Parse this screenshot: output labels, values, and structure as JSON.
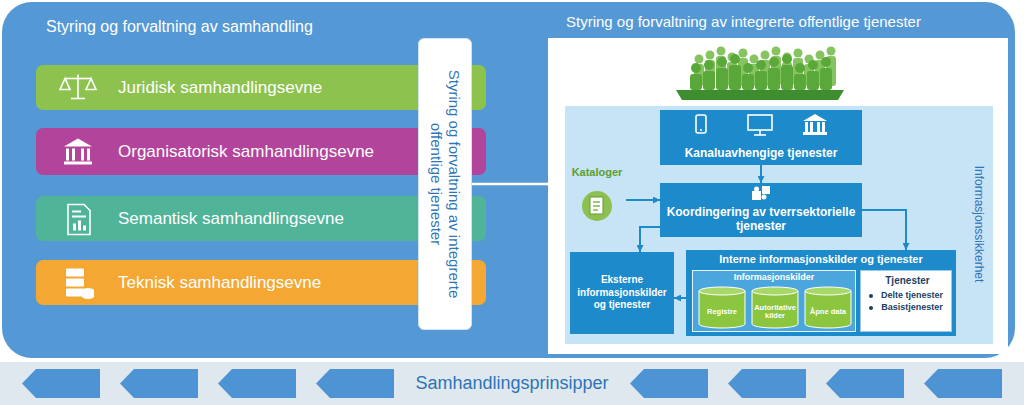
{
  "diagram": {
    "nodes": [
      {
        "text": [
          "Styring og forvaltning av samhandling"
        ]
      },
      {
        "text": [
          "Juridisk samhandlingsevne"
        ],
        "in": 0
      },
      {
        "text": [
          "Organisatorisk samhandlingsevne"
        ],
        "in": 0
      },
      {
        "text": [
          "Semantisk samhandlingsevne"
        ],
        "in": 0
      },
      {
        "text": [
          "Teknisk samhandlingsevne"
        ],
        "in": 0
      },
      {
        "text": [
          "Styring og forvaltning av integrerte offentlige tjenester"
        ],
        "in": 0
      },
      {
        "text": [
          "Styring og forvaltning av integrerte offentlige tjenester"
        ],
        "in": 0
      },
      {
        "text": [
          "Informasjonssikkerhet"
        ],
        "in": 6
      },
      {
        "text": [
          "Kanaluavhengige tjenester"
        ],
        "in": 7
      },
      {
        "text": [
          "Kataloger"
        ],
        "in": 7
      },
      {
        "text": [
          "Koordingering av tverrsektorielle tjenester"
        ],
        "in": 7
      },
      {
        "text": [
          "Eksterne informasjonskilder og tjenester"
        ],
        "in": 7
      },
      {
        "text": [
          "Interne informasjonskilder og tjenester"
        ],
        "in": 7
      },
      {
        "text": [
          "Informasjonskilder"
        ],
        "in": 12
      },
      {
        "text": [
          "Registre"
        ],
        "in": 13
      },
      {
        "text": [
          "Autoritative kilder"
        ],
        "in": 13
      },
      {
        "text": [
          "Åpne data"
        ],
        "in": 13
      },
      {
        "text": [
          "Tjenester",
          "Delte tjenester",
          "Basistjenester"
        ],
        "in": 12
      },
      {
        "text": [
          "Samhandlingsprinsipper"
        ]
      }
    ],
    "edges": [
      {
        "from": 5,
        "to": 6,
        "arrow": "none"
      },
      {
        "from": 8,
        "to": 10,
        "arrow": "to"
      },
      {
        "from": 9,
        "to": 10,
        "arrow": "to"
      },
      {
        "from": 10,
        "to": 11,
        "arrow": "to"
      },
      {
        "from": 10,
        "to": 12,
        "arrow": "to"
      },
      {
        "from": 12,
        "to": 11,
        "arrow": "to"
      }
    ]
  }
}
